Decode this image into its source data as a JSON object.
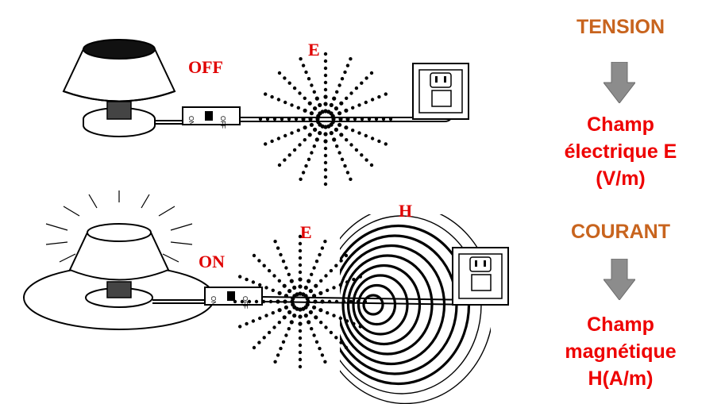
{
  "diagram": {
    "top_state_label": "OFF",
    "bottom_state_label": "ON",
    "electric_field_symbol": "E",
    "magnetic_field_symbol": "H",
    "switch_on_text": "ON",
    "switch_off_text": "OFF"
  },
  "right_panel": {
    "tension_heading": "TENSION",
    "electric_field_lines": [
      "Champ",
      "électrique E",
      "(V/m)"
    ],
    "courant_heading": "COURANT",
    "magnetic_field_lines": [
      "Champ",
      "magnétique",
      "H(A/m)"
    ]
  },
  "colors": {
    "heading": "#c8641e",
    "emphasis_red": "#ee0000",
    "arrow_gray": "#8c8c8c",
    "line_black": "#000000"
  }
}
